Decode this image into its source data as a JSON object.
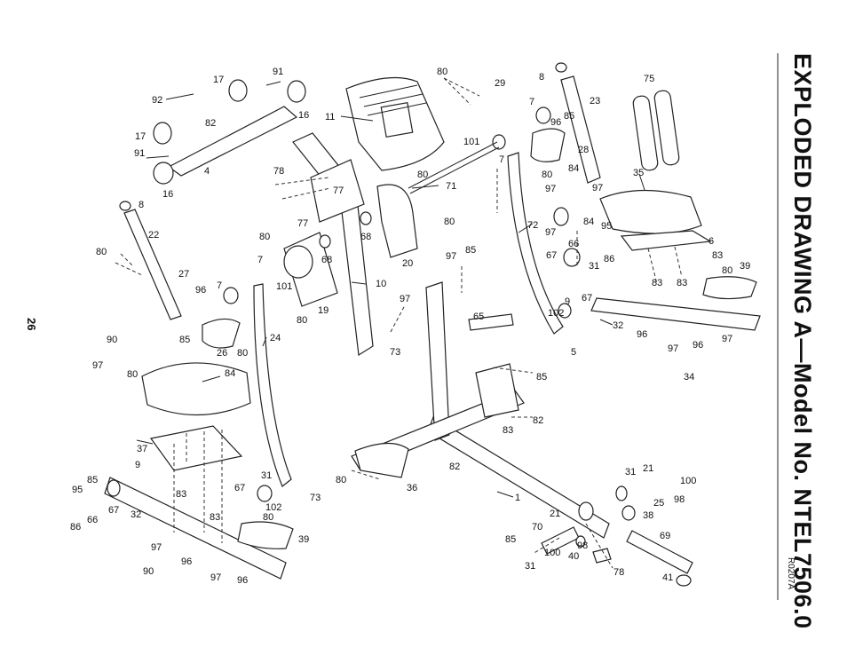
{
  "title": "EXPLODED DRAWING A—Model No. NTEL7506.0",
  "page_number": "26",
  "drawing_code": "R0207A",
  "callouts": [
    "91",
    "17",
    "92",
    "16",
    "82",
    "17",
    "91",
    "4",
    "16",
    "11",
    "80",
    "29",
    "8",
    "23",
    "75",
    "7",
    "85",
    "96",
    "101",
    "28",
    "7",
    "80",
    "84",
    "35",
    "71",
    "80",
    "78",
    "77",
    "68",
    "77",
    "97",
    "97",
    "84",
    "95",
    "6",
    "80",
    "20",
    "80",
    "72",
    "97",
    "66",
    "86",
    "83",
    "39",
    "10",
    "68",
    "85",
    "67",
    "31",
    "80",
    "7",
    "19",
    "97",
    "83",
    "83",
    "101",
    "80",
    "65",
    "9",
    "67",
    "102",
    "32",
    "80",
    "22",
    "8",
    "27",
    "96",
    "7",
    "85",
    "26",
    "80",
    "24",
    "97",
    "96",
    "97",
    "96",
    "97",
    "90",
    "34",
    "84",
    "97",
    "80",
    "85",
    "73",
    "5",
    "37",
    "82",
    "83",
    "9",
    "31",
    "85",
    "21",
    "100",
    "95",
    "67",
    "83",
    "80",
    "102",
    "36",
    "1",
    "82",
    "25",
    "98",
    "31",
    "66",
    "73",
    "38",
    "86",
    "67",
    "32",
    "83",
    "80",
    "21",
    "39",
    "70",
    "69",
    "97",
    "85",
    "90",
    "96",
    "100",
    "98",
    "40",
    "78",
    "97",
    "96",
    "31",
    "41"
  ]
}
